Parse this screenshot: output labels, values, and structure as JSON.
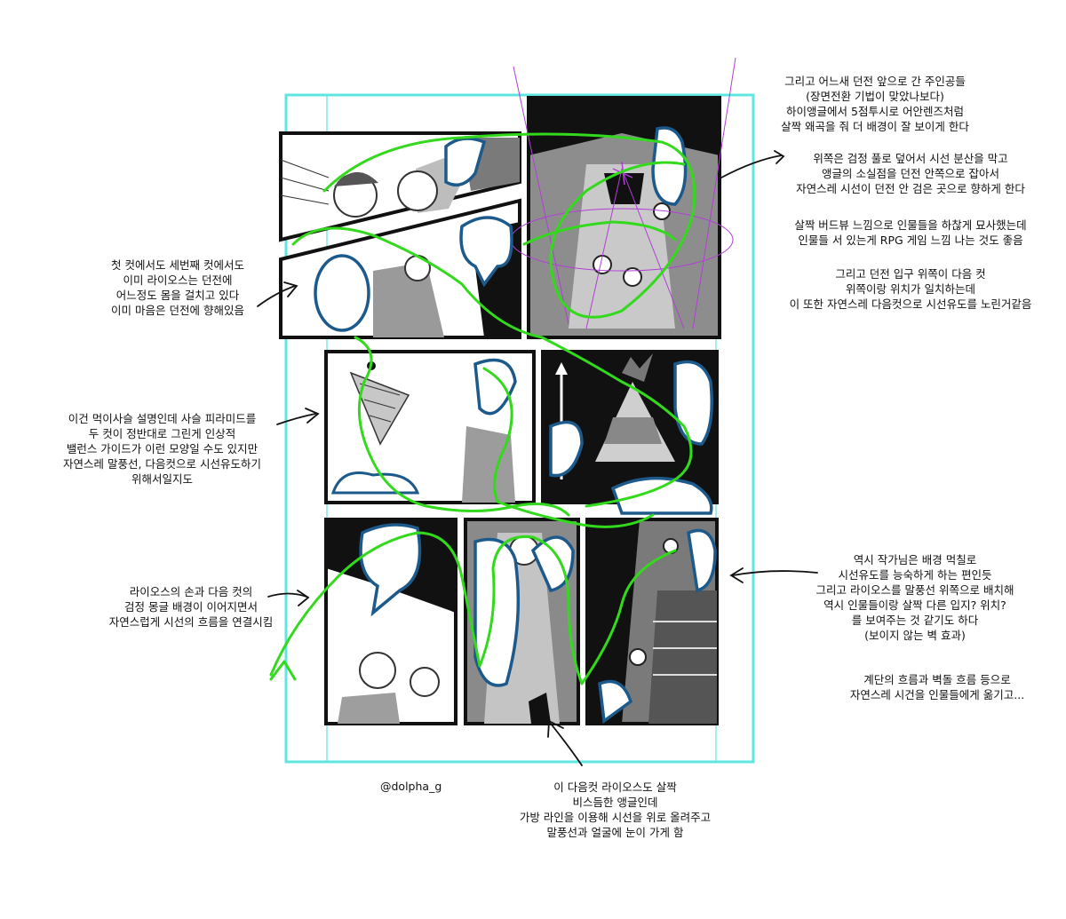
{
  "credit": "@dolpha_g",
  "notes": {
    "top_right_1": "그리고 어느새 던전 앞으로 간 주인공들\n(장면전환 기법이 맞았나보다)\n하이앵글에서 5점투시로 어안렌즈처럼\n살짝 왜곡을 줘 더 배경이 잘 보이게 한다",
    "top_right_2": "위쪽은 검정 풀로 덮어서 시선 분산을 막고\n앵글의 소실점을 던전 안쪽으로 잡아서\n자연스레 시선이 던전 안 검은 곳으로 향하게 한다",
    "top_right_3": "살짝 버드뷰 느낌으로 인물들을 하찮게 묘사했는데\n인물들 서 있는게 RPG 게임 느낌 나는 것도 좋음",
    "top_right_4": "그리고 던전 입구 위쪽이 다음 컷\n위쪽이랑 위치가 일치하는데\n이 또한 자연스레 다음컷으로 시선유도를 노린거같음",
    "left_1": "첫 컷에서도 세번째 컷에서도\n이미 라이오스는 던전에\n어느정도 몸을 걸치고 있다\n이미 마음은 던전에 향해있음",
    "left_2": "이건 먹이사슬 설명인데 사슬 피라미드를\n두 컷이 정반대로 그린게 인상적\n밸런스 가이드가 이런 모양일 수도 있지만\n자연스레 말풍선, 다음컷으로 시선유도하기\n위해서일지도",
    "left_3": "라이오스의 손과 다음 컷의\n검정 몽글 배경이 이어지면서\n자연스럽게 시선의 흐름을 연결시킴",
    "right_1": "역시 작가님은 배경 먹칠로\n시선유도를 능숙하게 하는 편인듯\n그리고 라이오스를 말풍선 위쪽으로 배치해\n역시 인물들이랑 살짝 다른 입지? 위치?\n를 보여주는 것 같기도 하다\n(보이지 않는 벽 효과)",
    "right_2": "계단의 흐름과 벽돌 흐름 등으로\n자연스레 시건을 인물들에게 옮기고...",
    "bottom": "이 다음컷 라이오스도 살짝\n비스듬한 앵글인데\n가방 라인을 이용해 시선을 위로 올려주고\n말풍선과 얼굴에 눈이 가게 함"
  },
  "colors": {
    "page_frame": "#5fe6e0",
    "eye_flow": "#33d91c",
    "balloon": "#1d5a8c",
    "ink": "#111111",
    "perspective": "#b13fd6"
  }
}
